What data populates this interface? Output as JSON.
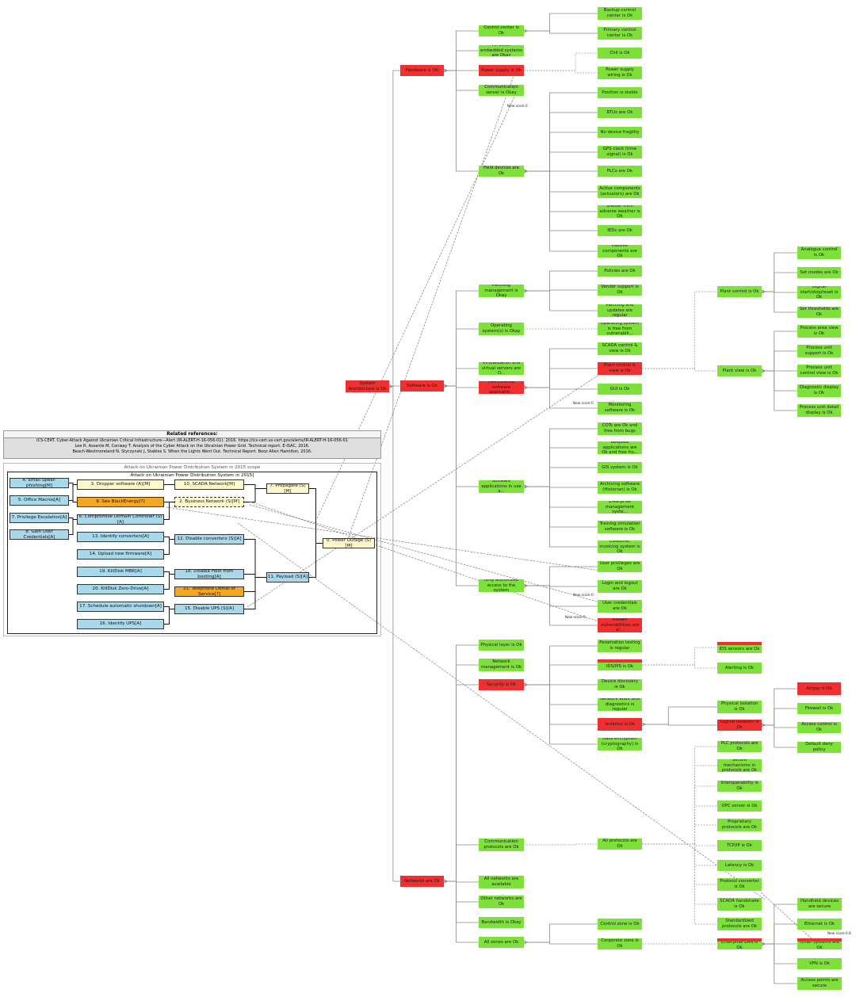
{
  "references": {
    "title": "Related references:",
    "items": [
      "ICS-CERT. Cyber-Attack Against Ukrainian Critical Infrastructure—Alert (IR-ALERT-H-16-056-01). 2016. https://ics-cert.us-cert.gov/alerts/IR-ALERT-H-16-056-01",
      "Lee R, Assante M, Conway T. Analysis of the Cyber Attack on the Ukrainian Power Grid. Technical report. E-ISAC, 2016.",
      "Beach-Westmoreland N, Styczynski J, Stables S. When the Lights Went Out. Technical Report. Booz Allen Hamilton, 2016."
    ]
  },
  "scope": {
    "outer_title": "Attack on Ukrainian Power Distribution System in 2015 scope",
    "inner_title": "Attack on Ukrainian Power Distribution System in 2015]"
  },
  "edge_labels": [
    "New score 0",
    "New score 0",
    "New score 0",
    "New score 0",
    "New score 0.8"
  ],
  "nodes": [
    {
      "id": "root",
      "label": "System Architecture is Ok",
      "s": "r"
    },
    {
      "id": "hw",
      "label": "Hardware is Ok",
      "s": "r"
    },
    {
      "id": "cc",
      "label": "Control center is Ok",
      "s": "g"
    },
    {
      "id": "bcc",
      "label": "Backup control center is Ok",
      "s": "g"
    },
    {
      "id": "pcc",
      "label": "Primary control center is Ok",
      "s": "g"
    },
    {
      "id": "emb",
      "label": "All other embedded systems are Okay",
      "s": "g"
    },
    {
      "id": "chil",
      "label": "Chil is Ok",
      "s": "g"
    },
    {
      "id": "ps",
      "label": "Power supply is Ok",
      "s": "r"
    },
    {
      "id": "psw",
      "label": "Power supply wiring is Ok",
      "s": "g"
    },
    {
      "id": "cs",
      "label": "Communication server is Okay",
      "s": "g"
    },
    {
      "id": "pos",
      "label": "Position is stable",
      "s": "g"
    },
    {
      "id": "rtu",
      "label": "RTUs are Ok",
      "s": "g"
    },
    {
      "id": "ndf",
      "label": "No device fragility",
      "s": "g"
    },
    {
      "id": "gps",
      "label": "GPS clock (time signal) is Ok",
      "s": "g"
    },
    {
      "id": "fd",
      "label": "Field devices are Ok",
      "s": "g"
    },
    {
      "id": "plc",
      "label": "PLCs are Ok",
      "s": "g"
    },
    {
      "id": "act",
      "label": "Active components (actuators) are Ok",
      "s": "g"
    },
    {
      "id": "shel",
      "label": "Shelter from adverse weather is Ok",
      "s": "g"
    },
    {
      "id": "ied",
      "label": "IEDs are Ok",
      "s": "g"
    },
    {
      "id": "pas",
      "label": "Passive components are Ok",
      "s": "g"
    },
    {
      "id": "sw",
      "label": "Software is Ok",
      "s": "r"
    },
    {
      "id": "pat",
      "label": "Patching management is Okay",
      "s": "g"
    },
    {
      "id": "pol",
      "label": "Policies are Ok",
      "s": "g"
    },
    {
      "id": "vs",
      "label": "Vendor support is Ok",
      "s": "g"
    },
    {
      "id": "pau",
      "label": "Patching and updates are regular",
      "s": "g"
    },
    {
      "id": "os",
      "label": "Operating system(s) is Okay",
      "s": "g"
    },
    {
      "id": "osf",
      "label": "Operating system is free from vulnerabili...",
      "s": "g"
    },
    {
      "id": "virt",
      "label": "Virtualization and virtual servers are O...",
      "s": "g"
    },
    {
      "id": "scv",
      "label": "SCADA control & view is Ok",
      "s": "g"
    },
    {
      "id": "hmi",
      "label": "HMI runtime software applicatio...",
      "s": "r"
    },
    {
      "id": "pcv",
      "label": "Plant control & view is Ok",
      "s": "r"
    },
    {
      "id": "gui",
      "label": "GUI is Ok",
      "s": "g"
    },
    {
      "id": "mon",
      "label": "Monitoring software is Ok",
      "s": "g"
    },
    {
      "id": "pc",
      "label": "Plant control is Ok",
      "s": "g"
    },
    {
      "id": "acl",
      "label": "Analogue control is Ok",
      "s": "g"
    },
    {
      "id": "smo",
      "label": "Set modes are Ok",
      "s": "g"
    },
    {
      "id": "dig",
      "label": "Digital start/stop/reset is Ok",
      "s": "g"
    },
    {
      "id": "sth",
      "label": "Set thresholds are Ok",
      "s": "g"
    },
    {
      "id": "pv",
      "label": "Plant view is Ok",
      "s": "g"
    },
    {
      "id": "pav",
      "label": "Process area view is Ok",
      "s": "g"
    },
    {
      "id": "pus",
      "label": "Process unit support is Ok",
      "s": "g"
    },
    {
      "id": "puc",
      "label": "Process unit control view is Ok",
      "s": "g"
    },
    {
      "id": "dd",
      "label": "Diagnostic display is Ok",
      "s": "g"
    },
    {
      "id": "pud",
      "label": "Process unit detail display is Ok",
      "s": "g"
    },
    {
      "id": "sapp",
      "label": "Software applications in use a...",
      "s": "g"
    },
    {
      "id": "cots",
      "label": "COTs are Ok and free from bugs",
      "s": "g"
    },
    {
      "id": "besp",
      "label": "Bespoke applications are Ok and free fro...",
      "s": "g"
    },
    {
      "id": "gis",
      "label": "GIS system is Ok",
      "s": "g"
    },
    {
      "id": "arch",
      "label": "Archiving software (Historian) is Ok",
      "s": "g"
    },
    {
      "id": "ems",
      "label": "Enterprise management syste...",
      "s": "g"
    },
    {
      "id": "trn",
      "label": "Training simulation software is Ok",
      "s": "g"
    },
    {
      "id": "cis",
      "label": "Customer invoicing system is Ok",
      "s": "g"
    },
    {
      "id": "auth",
      "label": "Only authorized access to the system",
      "s": "g"
    },
    {
      "id": "up",
      "label": "User privileges are Ok",
      "s": "g"
    },
    {
      "id": "lio",
      "label": "Login and logout are Ok",
      "s": "g"
    },
    {
      "id": "uc",
      "label": "User credentials are Ok",
      "s": "g"
    },
    {
      "id": "kv",
      "label": "Known vulnerabilities are al...",
      "s": "r"
    },
    {
      "id": "net",
      "label": "Networks are Ok",
      "s": "r"
    },
    {
      "id": "phy",
      "label": "Physical layer is Ok",
      "s": "g"
    },
    {
      "id": "nm",
      "label": "Network management is Ok",
      "s": "g"
    },
    {
      "id": "sec",
      "label": "Security is Ok",
      "s": "r"
    },
    {
      "id": "pen",
      "label": "Penetration testing is regular",
      "s": "g"
    },
    {
      "id": "idsips",
      "label": "IDS/IPS is Ok",
      "s": "rt"
    },
    {
      "id": "ids",
      "label": "IDS sensors are Ok",
      "s": "rt"
    },
    {
      "id": "alt",
      "label": "Alerting is Ok",
      "s": "g"
    },
    {
      "id": "dev",
      "label": "Device discovery is Ok",
      "s": "g"
    },
    {
      "id": "nad",
      "label": "Network audit and diagnostics is regular",
      "s": "g"
    },
    {
      "id": "iso",
      "label": "Isolation is Ok",
      "s": "r"
    },
    {
      "id": "piso",
      "label": "Physical isolation is Ok",
      "s": "g"
    },
    {
      "id": "liso",
      "label": "Logical isolation is Ok",
      "s": "r"
    },
    {
      "id": "air",
      "label": "Airgap is Ok",
      "s": "r"
    },
    {
      "id": "fw",
      "label": "Firewall is Ok",
      "s": "g"
    },
    {
      "id": "acc",
      "label": "Access control is Ok",
      "s": "g"
    },
    {
      "id": "dft",
      "label": "Default deny policy",
      "s": "g"
    },
    {
      "id": "enc",
      "label": "Data encryption (cryptography) is Ok",
      "s": "g"
    },
    {
      "id": "plcp",
      "label": "PLC protocols are Ok",
      "s": "g"
    },
    {
      "id": "smp",
      "label": "Secure mechanisms in protocols are Ok",
      "s": "g"
    },
    {
      "id": "intp",
      "label": "Interoperability is Ok",
      "s": "g"
    },
    {
      "id": "opc",
      "label": "OPC server si Ok",
      "s": "g"
    },
    {
      "id": "prop",
      "label": "Proprietary protocols are Ok",
      "s": "g"
    },
    {
      "id": "comp",
      "label": "Communication protocols are Ok",
      "s": "g"
    },
    {
      "id": "allp",
      "label": "All protocols are Ok",
      "s": "g"
    },
    {
      "id": "tcp",
      "label": "TCP/IP is Ok",
      "s": "g"
    },
    {
      "id": "lat",
      "label": "Latency is Ok",
      "s": "g"
    },
    {
      "id": "pconv",
      "label": "Protocol converter is Ok",
      "s": "g"
    },
    {
      "id": "scdh",
      "label": "SCADA handshake is Ok",
      "s": "g"
    },
    {
      "id": "stdp",
      "label": "Standardized protocols are Ok",
      "s": "g"
    },
    {
      "id": "alln",
      "label": "All networks are available",
      "s": "g"
    },
    {
      "id": "othn",
      "label": "Other networks are Ok",
      "s": "g"
    },
    {
      "id": "bw",
      "label": "Bandwidth is Okay",
      "s": "g"
    },
    {
      "id": "czone",
      "label": "Control zone is Ok",
      "s": "g"
    },
    {
      "id": "allz",
      "label": "All zones are Ok",
      "s": "g"
    },
    {
      "id": "corp",
      "label": "Corporate zone is Ok",
      "s": "g"
    },
    {
      "id": "elan",
      "label": "Enterprise LAN is Ok",
      "s": "rt"
    },
    {
      "id": "hand",
      "label": "Handheld devices are secure",
      "s": "g"
    },
    {
      "id": "eth",
      "label": "Ethernet is Ok",
      "s": "g"
    },
    {
      "id": "oths",
      "label": "Other systems are Ok",
      "s": "rt"
    },
    {
      "id": "vpn",
      "label": "VPN is Ok",
      "s": "g"
    },
    {
      "id": "ap",
      "label": "Access points are secure",
      "s": "g"
    }
  ],
  "attack_steps": [
    {
      "id": "a4",
      "label": "4. Email Spear-phishing[M]",
      "c": "blue"
    },
    {
      "id": "a3",
      "label": "3. Dropper software (A)[M]",
      "c": "yellow"
    },
    {
      "id": "a10",
      "label": "10. SCADA Network[M]",
      "c": "yellow"
    },
    {
      "id": "a7",
      "label": "7. Propagate (S)[M]",
      "c": "yellow"
    },
    {
      "id": "a5",
      "label": "5. Office Macros[A]",
      "c": "blue"
    },
    {
      "id": "a9",
      "label": "9. See BlackEnergy[?]",
      "c": "orange"
    },
    {
      "id": "a2",
      "label": "2. Business Network (S)[M]",
      "c": "yellow"
    },
    {
      "id": "a7p",
      "label": "7. Privilege Escalation[A]",
      "c": "blue"
    },
    {
      "id": "a6",
      "label": "6. Compromise Domain Controller (S)[A]",
      "c": "blue"
    },
    {
      "id": "a8",
      "label": "8. Gain User Credentials[A]",
      "c": "blue"
    },
    {
      "id": "a13",
      "label": "13. Identify converters[A]",
      "c": "blue"
    },
    {
      "id": "a12",
      "label": "12. Disable converters (S)[A]",
      "c": "blue"
    },
    {
      "id": "a0",
      "label": "0. Power Outage (S)[M]",
      "c": "yellow"
    },
    {
      "id": "a14",
      "label": "14. Upload new firmware[A]",
      "c": "blue"
    },
    {
      "id": "a19",
      "label": "19. KillDisk MBR[A]",
      "c": "blue"
    },
    {
      "id": "a18",
      "label": "18. Disable Host from booting[A]",
      "c": "blue"
    },
    {
      "id": "a11",
      "label": "11. Payload (S)[A]",
      "c": "blue"
    },
    {
      "id": "a20",
      "label": "20. KillDisk Zero-Drive[A]",
      "c": "blue"
    },
    {
      "id": "a21",
      "label": "21. Telephone Denial of Service[?]",
      "c": "orange"
    },
    {
      "id": "a17",
      "label": "17. Schedule automatic shutdown[A]",
      "c": "blue"
    },
    {
      "id": "a15",
      "label": "15. Disable UPS (S)[A]",
      "c": "blue"
    },
    {
      "id": "a16",
      "label": "16. Identify UPS[A]",
      "c": "blue"
    }
  ]
}
